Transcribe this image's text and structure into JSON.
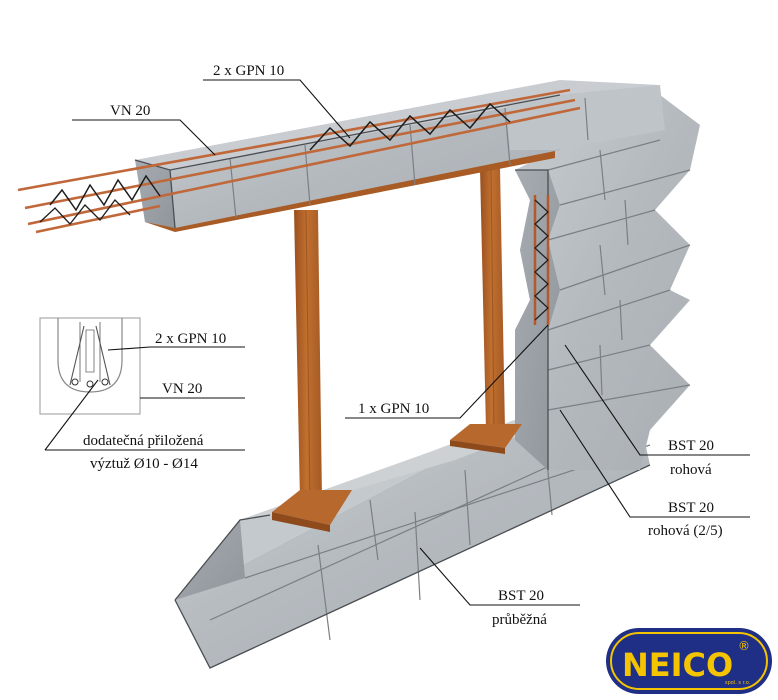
{
  "labels": {
    "gpn_top": "2 x GPN 10",
    "vn_top": "VN 20",
    "gpn_detail": "2 x GPN 10",
    "vn_detail": "VN 20",
    "gpn_single": "1 x GPN 10",
    "extra_line1": "dodatečná přiložená",
    "extra_line2": "výztuž   Ø10 - Ø14",
    "bst_corner_title": "BST 20",
    "bst_corner_sub": "rohová",
    "bst_corner25_title": "BST 20",
    "bst_corner25_sub": "rohová (2/5)",
    "bst_run_title": "BST 20",
    "bst_run_sub": "průběžná"
  },
  "logo": {
    "name": "NEICO",
    "registered": "®",
    "tagline": "spol. s r.o."
  },
  "colors": {
    "concrete": "#b9bec2",
    "concrete_dark": "#9da3a8",
    "wood": "#b8662c",
    "wood_dark": "#8f4a1c",
    "rebar": "#c0683a",
    "logo_blue": "#1f2f86",
    "logo_yellow": "#f5c400"
  }
}
